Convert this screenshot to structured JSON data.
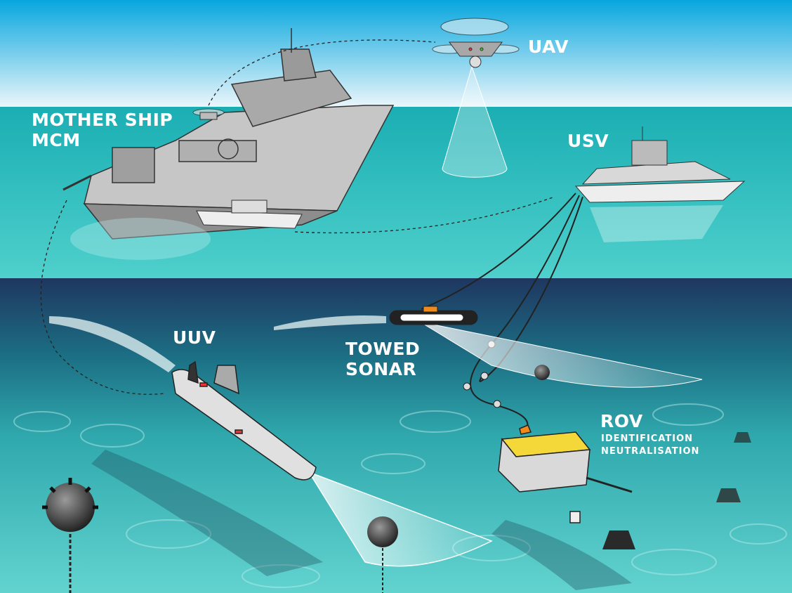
{
  "labels": {
    "mother_ship": [
      "MOTHER SHIP",
      "MCM"
    ],
    "uav": "UAV",
    "usv": "USV",
    "uuv": "UUV",
    "towed_sonar": [
      "TOWED",
      "SONAR"
    ],
    "rov": "ROV",
    "rov_roles": [
      "IDENTIFICATION",
      "NEUTRALISATION"
    ]
  },
  "colors": {
    "sky_top": "#06a6de",
    "sky_bottom": "#e6f4fa",
    "surface": "#20b3b6",
    "deep": "#1f3a60",
    "seabed": "#5ccfcc",
    "hull": "#b9b9b9",
    "rov_yellow": "#f4d83a",
    "sonar_orange": "#f08a1c"
  }
}
